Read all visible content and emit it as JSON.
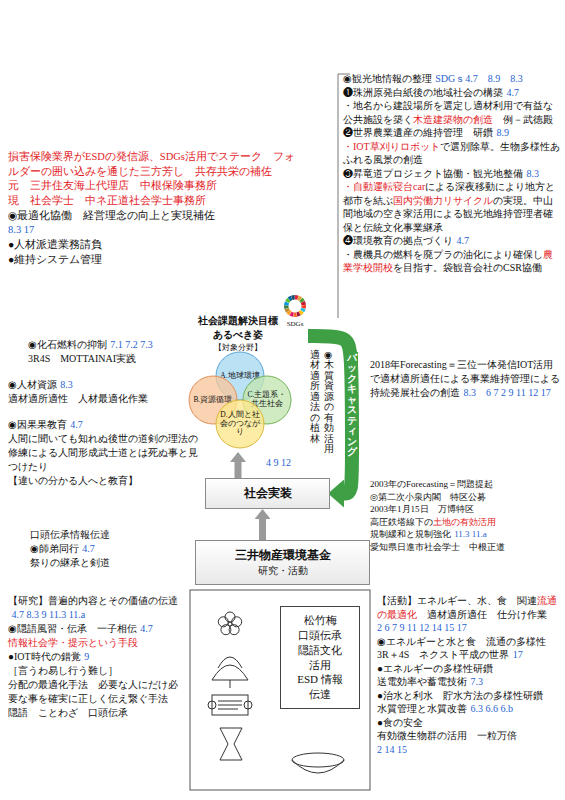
{
  "diagram": {
    "nodes": [
      {
        "text": [
          "社会課題解決目標 あるべき姿",
          "【対象分野】"
        ]
      },
      {
        "text": [
          "A.地球環境"
        ],
        "in": 0
      },
      {
        "text": [
          "B.資源循環"
        ],
        "in": 0
      },
      {
        "text": [
          "C.主題系・共生社会"
        ],
        "in": 0
      },
      {
        "text": [
          "D.人間と社会のつながり"
        ],
        "in": 0
      },
      {
        "text": [
          "社会実装"
        ]
      },
      {
        "text": [
          "三井物産環境基金",
          "研究・活動"
        ]
      },
      {
        "text": [
          "松竹梅",
          "口頭伝承",
          "隠語文化",
          "活用",
          "ESD 情報",
          "伝達"
        ]
      }
    ],
    "edges": [
      {
        "from": 6,
        "to": 5,
        "arrow": "to"
      },
      {
        "from": 5,
        "to": 0,
        "arrow": "to"
      },
      {
        "from": 0,
        "to": 5,
        "label": "バックキャスティング",
        "arrow": "to"
      }
    ],
    "labels": [
      "◉観光地情報の整理",
      "SDGｓ4.7　8.9　8.3",
      "❶珠洲原発白紙後の地域社会の構築",
      "4.7",
      "・地名から建設場所を選定し適材利用で有益な公共施設を築く",
      "木造建築物の創造",
      "　例－武徳殿",
      "❷世界農業遺産の維持管理　研鑽",
      "8.9",
      "・IOT草刈りロボット",
      "で選別除草。生物多様性あふれる風景の創造",
      "❸昇竜道プロジェクト協働・観光地整備",
      "8.3",
      "・自動運転寝台car",
      "による深夜移動により地方と都市を結ぶ",
      "国内労働力リサイクル",
      "の実現。中山間地域の空き家活用による観光地維持管理者確保と伝統文化事業継承",
      "❹環境教育の拠点づくり",
      "4.7",
      "・農機具の燃料を廃プラの油化により確保し",
      "農業学校開校",
      "を目指す。袋観音会社のCSR協働",
      "損害保険業界がESDの発信源、SDGs活用でステーク　フォルダーの囲い込みを通じた三方芳し　共存共栄の補佐",
      "元　三井住友海上代理店　中根保険事務所",
      "現　社会学士　中ネ正道社会学士事務所",
      "◉最適化協働　経営理念の向上と実現補佐",
      "8.3 17",
      "●人材派遣業務請負",
      "●維持システム管理",
      "SDGs",
      "◉化石燃料の抑制",
      "7.1 7.2 7.3",
      "3R4S　MOTTAINAI実践",
      "◉人材資源",
      "8.3",
      "適材適所適性　人材最適化作業",
      "◉因果果教育",
      "4.7",
      "人間に聞いても知れぬ後世の道剣の理法の修練による人間形成武士道とは死ぬ事と見つけたり",
      "【違いの分かる人へと教育】",
      "◉木質資源の有効活用",
      "適材適所適法の植林",
      "4 9 12",
      "口頭伝承情報伝達",
      "◉師弟同行",
      "4.7",
      "祭りの継承と剣道",
      "2018年Forecasting＝三位一体発信IOT活用で適材適所適任による事業維持管理による持続発展社会の創造",
      "8.3　6 7 2 9 11 12 17",
      "2003年のForecasting＝問題提起",
      "◎第二次小泉内閣　特区公募",
      "2003年1月15日　万博特区",
      "高圧鉄塔線下の",
      "土地の有効活用",
      "規制緩和と規制強化",
      "11.3 11.a",
      "愛知県日進市社会学士　中根正道",
      "【研究】普遍的内容とその価値の伝達",
      "4.7 8.3 9 11.3 11.a",
      "◉隠語風習・伝承　一子相伝",
      "4.7",
      "情報社会学・提示という手段",
      "●IOT時代の錯覚",
      "9",
      "［言うわ易し行う難し］",
      "分配の最適化手法　必要な人にだけ必要な事を確実に正しく伝え繋ぐ手法",
      "隠語　ことわざ　口頭伝承",
      "【活動】エネルギー、水、食　関連",
      "流通の最適化",
      "　適材適所適任　仕分け作業",
      "2 6 7 9 11 12 14 15 17",
      "◉エネルギーと水と食　流通の多様性",
      "3R＋4S　ネクスト平成の世界",
      "17",
      "●エネルギーの多様性研鑽",
      "送電効率や蓄電技術",
      "7.3",
      "●治水と利水　貯水方法の多様性研鑽",
      "水質管理と水質改善",
      "6.3 6.6 6.b",
      "●食の安全",
      "有効微生物群の活用　一粒万倍",
      "2 14 15"
    ]
  }
}
